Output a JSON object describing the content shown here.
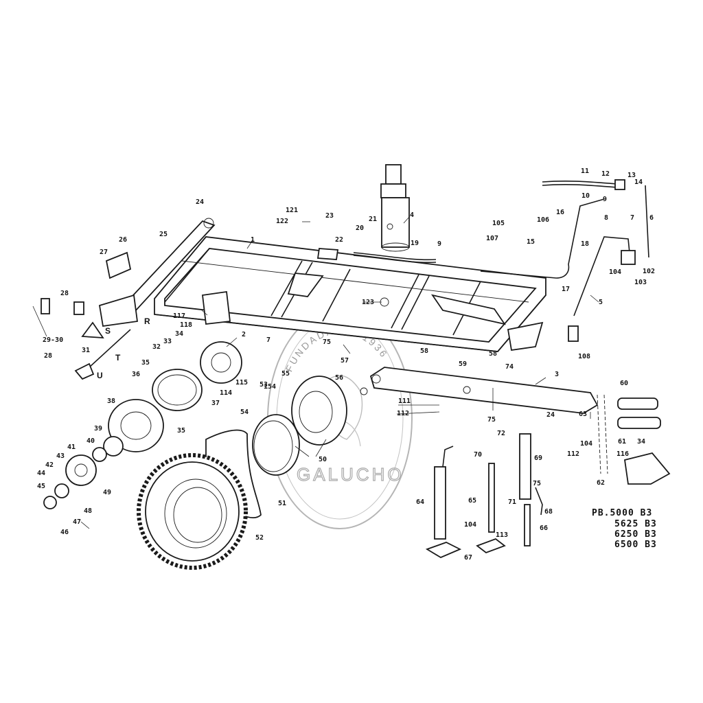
{
  "watermark": {
    "upper_text": "FUNDADA EM 1936",
    "lower_text": "GALUCHO"
  },
  "models": [
    "PB.5000 B3",
    "5625 B3",
    "6250 B3",
    "6500 B3"
  ],
  "letter_labels": [
    "R",
    "S",
    "T",
    "U"
  ],
  "part_labels": [
    "1",
    "2",
    "3",
    "4",
    "5",
    "6",
    "7",
    "7",
    "8",
    "9",
    "9",
    "10",
    "11",
    "12",
    "13",
    "14",
    "15",
    "16",
    "17",
    "18",
    "19",
    "20",
    "21",
    "22",
    "23",
    "24",
    "24",
    "25",
    "26",
    "27",
    "28",
    "28",
    "29-30",
    "31",
    "32",
    "33",
    "34",
    "34",
    "35",
    "35",
    "36",
    "37",
    "38",
    "39",
    "40",
    "41",
    "42",
    "43",
    "44",
    "45",
    "46",
    "47",
    "48",
    "49",
    "50",
    "51",
    "52",
    "53",
    "54",
    "55",
    "56",
    "57",
    "58",
    "58",
    "59",
    "60",
    "61",
    "62",
    "63",
    "64",
    "65",
    "66",
    "67",
    "68",
    "69",
    "70",
    "71",
    "72",
    "74",
    "75",
    "75",
    "75",
    "102",
    "103",
    "104",
    "104",
    "104",
    "105",
    "106",
    "107",
    "108",
    "111",
    "112",
    "112",
    "113",
    "114",
    "115",
    "116",
    "117",
    "118",
    "121",
    "122",
    "123",
    "154"
  ]
}
